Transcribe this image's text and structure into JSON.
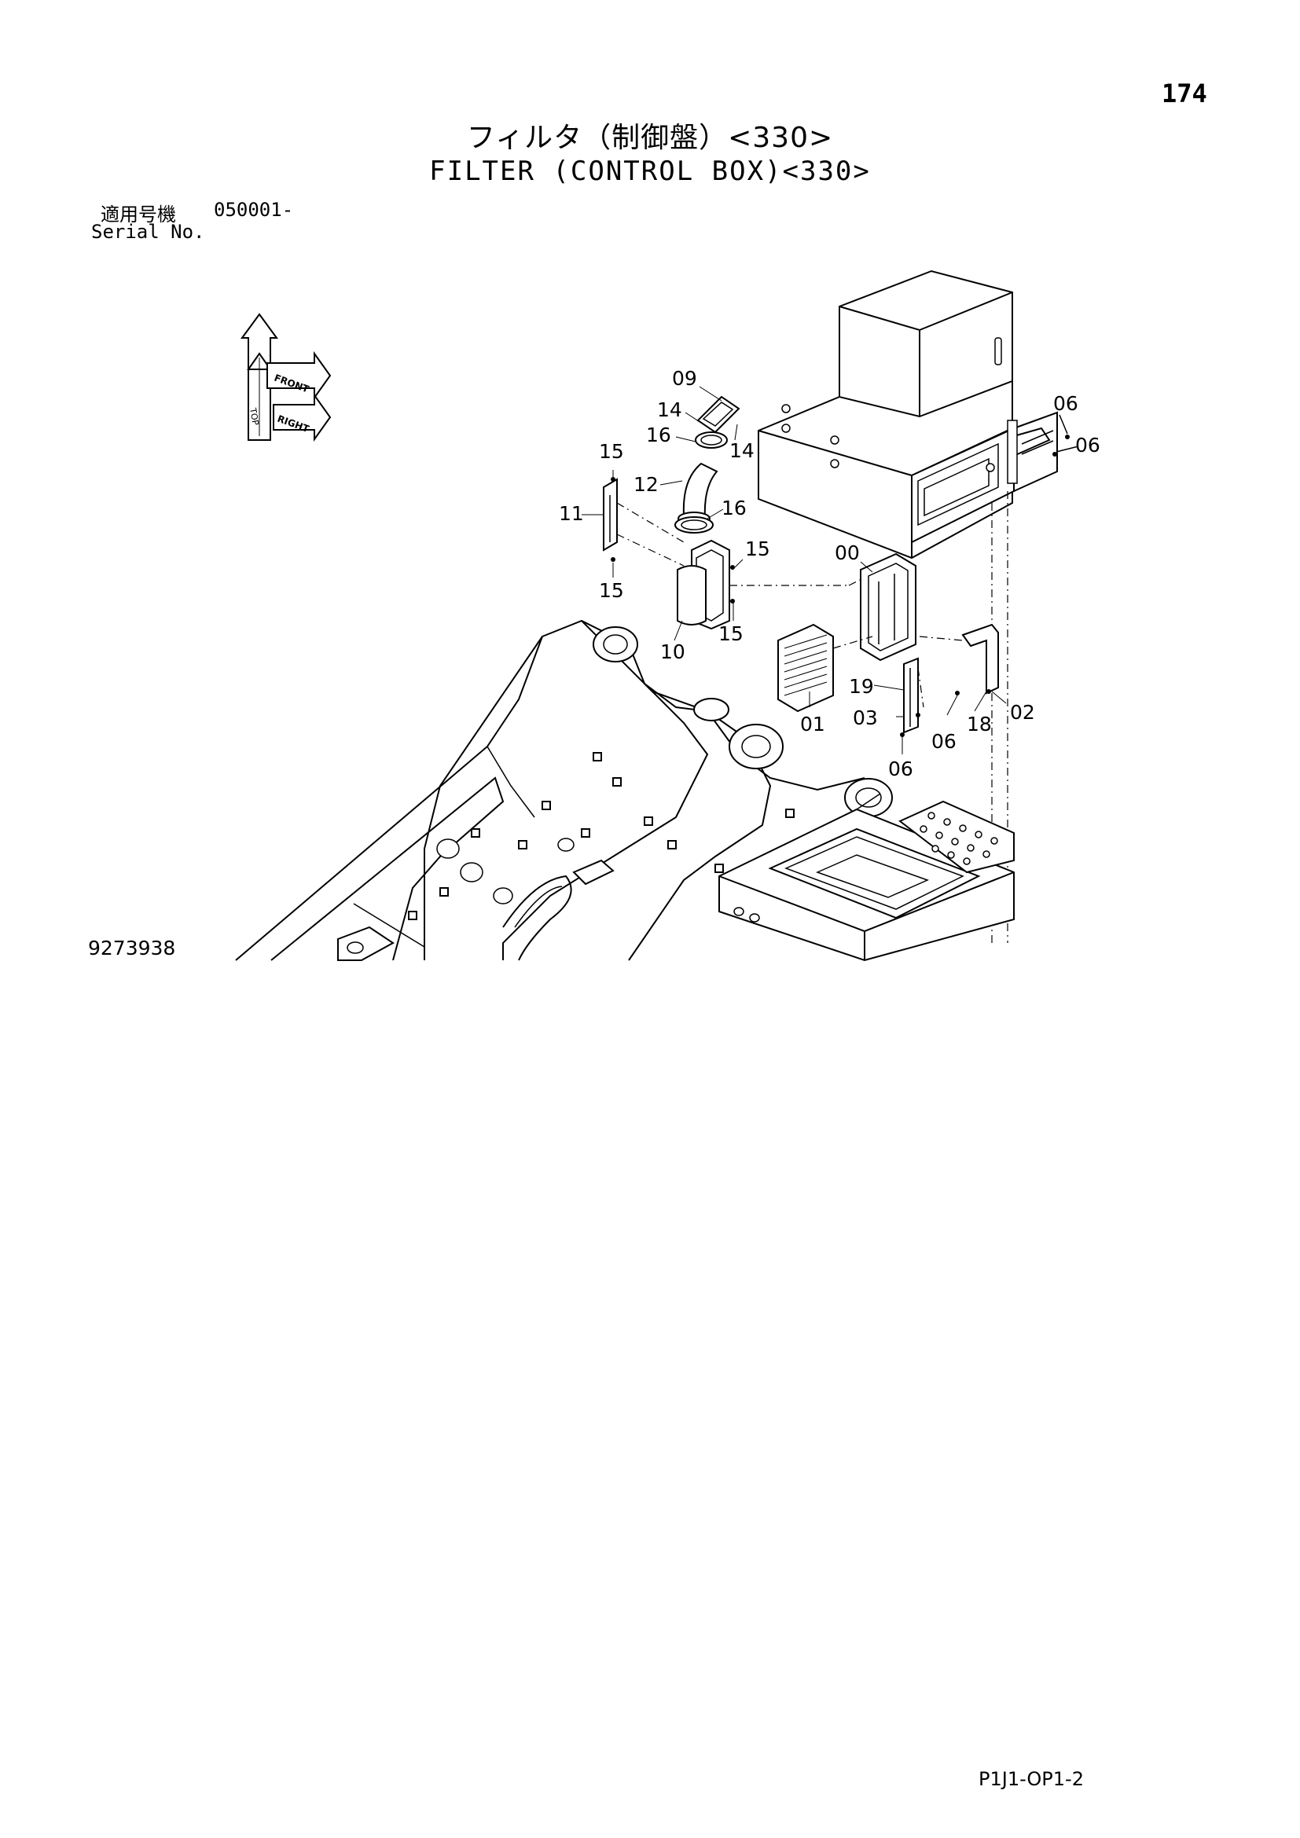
{
  "page_number": "174",
  "title_jp": "フィルタ（制御盤）<330>",
  "title_en": "FILTER (CONTROL BOX)<330>",
  "serial": {
    "label_jp": "適用号機",
    "label_en": "Serial No.",
    "value": "050001-"
  },
  "orientation_indicator": {
    "labels": [
      "TOP",
      "FRONT",
      "RIGHT"
    ],
    "icon": "orientation-arrows-icon"
  },
  "callouts": [
    "09",
    "14",
    "14",
    "16",
    "15",
    "12",
    "11",
    "16",
    "15",
    "15",
    "15",
    "10",
    "00",
    "01",
    "19",
    "03",
    "06",
    "06",
    "18",
    "02",
    "06",
    "06"
  ],
  "diagram_code": "9273938",
  "footer_code": "P1J1-OP1-2"
}
